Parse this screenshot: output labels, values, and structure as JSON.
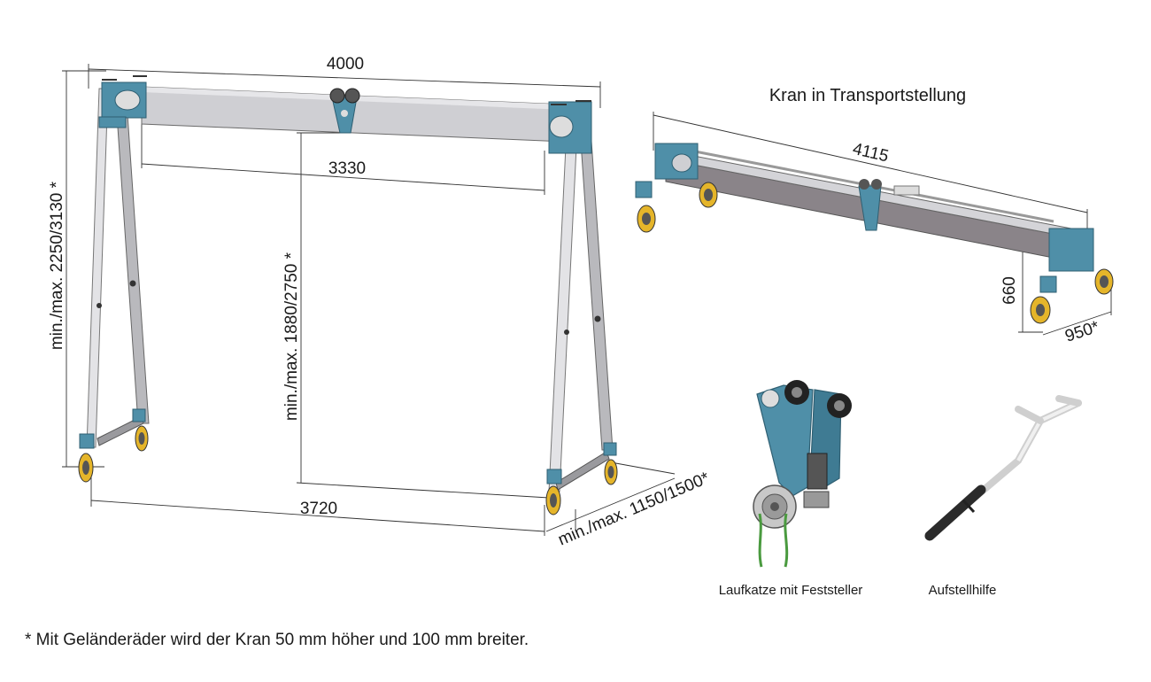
{
  "main_crane": {
    "top_width": "4000",
    "inner_width": "3330",
    "base_width": "3720",
    "total_height": "min./max. 2250/3130 *",
    "clear_height": "min./max. 1880/2750 *",
    "leg_depth": "min./max. 1150/1500*"
  },
  "transport": {
    "title": "Kran in Transportstellung",
    "length": "4115",
    "height": "660",
    "depth": "950*"
  },
  "accessories": {
    "trolley_caption": "Laufkatze mit Feststeller",
    "tool_caption": "Aufstellhilfe"
  },
  "footnote": "* Mit Geländeräder wird der Kran 50 mm höher und 100 mm breiter.",
  "colors": {
    "steel_blue": "#4f8fa8",
    "beam_gray": "#c9c9cd",
    "wheel_yellow": "#e5b52a",
    "rope_green": "#4a9a3f"
  }
}
